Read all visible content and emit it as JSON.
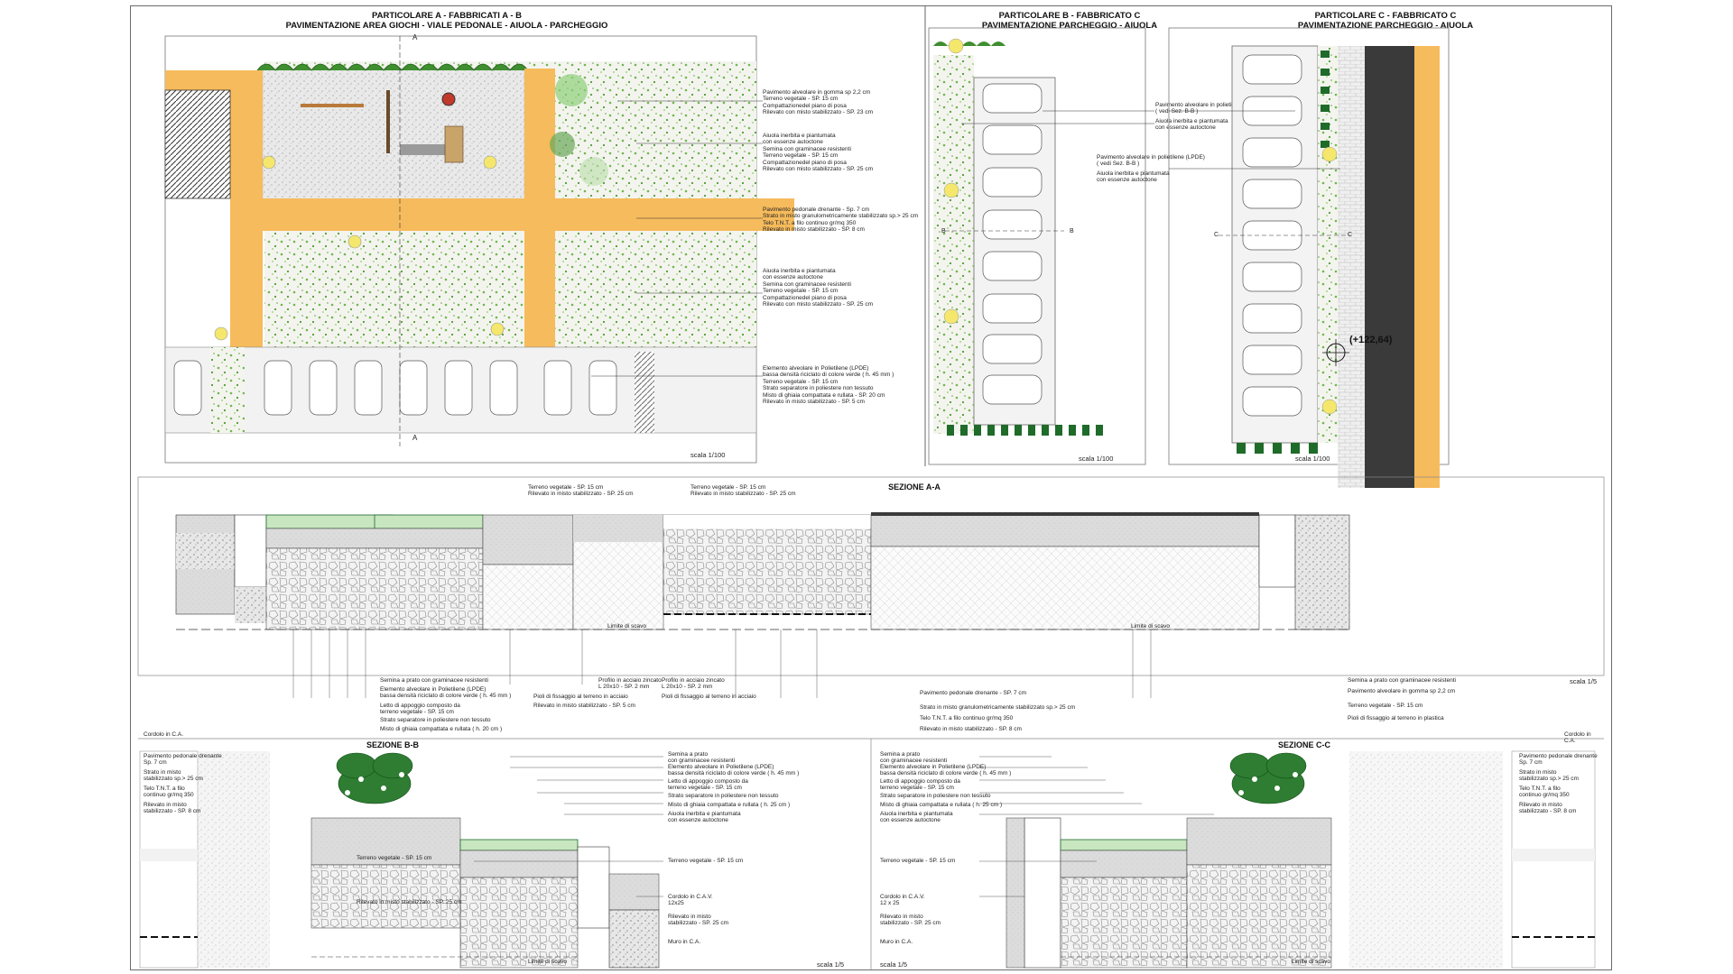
{
  "colors": {
    "path_orange": "#f6bb5c",
    "grass_green": "#7cbf5a",
    "dark_green": "#1f6b2a",
    "gravel": "#bfbfbf",
    "soil": "#d8d8d8",
    "line": "#222222",
    "asphalt": "#3a3a3a"
  },
  "panel_a": {
    "title": "PARTICOLARE A - FABBRICATI A - B\nPAVIMENTAZIONE AREA GIOCHI - VIALE PEDONALE - AIUOLA - PARCHEGGIO",
    "section_marker_top": "A",
    "section_marker_bottom": "A",
    "notes": [
      "Pavimento alveolare in gomma sp 2,2 cm\nTerreno vegetale - SP. 15 cm\nCompattazionedel piano di posa\nRilevato con misto stabilizzato - SP. 23 cm",
      "Aiuola inerbita e piantumata\ncon essenze autoctone\nSemina con graminacee resistenti\nTerreno vegetale - SP. 15 cm\nCompattazionedel piano di posa\nRilevato con misto stabilizzato - SP. 25 cm",
      "Pavimento pedonale drenante - Sp. 7 cm\nStrato in misto granulometricamente stabilizzato sp.> 25 cm\nTelo T.N.T. a filo continuo gr/mq 350\nRilevato in misto stabilizzato - SP. 8 cm",
      "Aiuola inerbita e piantumata\ncon essenze autoctone\nSemina con graminacee resistenti\nTerreno vegetale - SP. 15 cm\nCompattazionedel piano di posa\nRilevato con misto stabilizzato - SP. 25 cm",
      "Elemento alveolare in Polietilene (LPDE)\nbassa densità riciclato di colore verde ( h. 45 mm )\nTerreno vegetale - SP. 15 cm\nStrato separatore in poliestere non tessuto\nMisto di ghiaia compattata e rullata - SP. 20 cm\nRilevato in misto stabilizzato - SP. 5 cm"
    ],
    "scale": "scala 1/100"
  },
  "panel_b": {
    "title": "PARTICOLARE B - FABBRICATO C\nPAVIMENTAZIONE PARCHEGGIO - AIUOLA",
    "marker_left": "B",
    "marker_right": "B",
    "notes": [
      "Pavimento alveolare in polietilene (LPDE)\n( vedi Sez. B-B )",
      "Aiuola inerbita e piantumata\ncon essenze autoctone"
    ],
    "scale": "scala 1/100"
  },
  "panel_c": {
    "title": "PARTICOLARE C - FABBRICATO C\nPAVIMENTAZIONE PARCHEGGIO - AIUOLA",
    "marker_left": "C",
    "marker_right": "C",
    "notes": [
      "Pavimento alveolare in polietilene (LPDE)\n( vedi Sez. B-B )",
      "Aiuola inerbita e piantumata\ncon essenze autoctone"
    ],
    "elevation": "(+122,64)",
    "scale": "scala 1/100"
  },
  "section_aa": {
    "title": "SEZIONE A-A",
    "top_labels": [
      "Terreno vegetale - SP. 15 cm\nRilevato in misto stabilizzato - SP. 25 cm",
      "Terreno vegetale - SP. 15 cm\nRilevato in misto stabilizzato - SP. 25 cm"
    ],
    "limit_label_1": "Limite  di  scavo",
    "limit_label_2": "Limite  di  scavo",
    "bottom_labels": [
      "Semina a prato con graminacee resistenti",
      "Elemento alveolare in Polietilene (LPDE)\nbassa densità riciclato di colore verde ( h. 45 mm )",
      "Letto di appoggio composto da\nterreno vegetale - SP. 15 cm",
      "Strato separatore in poliestere non tessuto",
      "Misto di ghiaia compattata e rullata ( h. 20 cm )",
      "Cordolo in C.A.",
      "Profilo in acciaio zincato\nL 20x10 - SP. 2 mm",
      "Pioli di fissaggio al terreno in acciaio",
      "Rilevato in misto stabilizzato - SP. 5 cm",
      "Profilo in acciaio zincato\nL 20x10 - SP. 2 mm",
      "Pioli di fissaggio al terreno in acciaio",
      "Pavimento pedonale drenante - SP. 7 cm",
      "Strato in misto granulometricamente stabilizzato sp.> 25 cm",
      "Telo T.N.T. a filo continuo gr/mq 350",
      "Rilevato in misto stabilizzato - SP. 8 cm",
      "Semina a prato con graminacee resistenti",
      "Pavimento alveolare in gomma sp 2,2 cm",
      "Terreno vegetale - SP. 15 cm",
      "Pioli di fissaggio al terreno in plastica",
      "Cordolo in C.A."
    ],
    "scale": "scala 1/5"
  },
  "section_bb": {
    "title": "SEZIONE B-B",
    "left_labels": [
      "Pavimento pedonale drenante\nSp. 7 cm",
      "Strato in misto\nstabilizzato sp.> 25 cm",
      "Telo T.N.T. a filo\ncontinuo gr/mq 350",
      "Rilevato in misto\nstabilizzato - SP. 8 cm"
    ],
    "right_labels": [
      "Semina a prato\ncon graminacee resistenti",
      "Elemento alveolare in Polietilene (LPDE)\nbassa densità riciclato di colore verde ( h. 45 mm )",
      "Letto di appoggio composto da\nterreno vegetale - SP. 15 cm",
      "Strato separatore in poliestere non tessuto",
      "Misto di ghiaia compattata e rullata ( h. 25 cm )",
      "Aiuola inerbita e piantumata\ncon essenze autoctone",
      "Terreno vegetale - SP. 15 cm",
      "Cordolo in C.A.V.\n12x25",
      "Rilevato in misto\nstabilizzato - SP. 25 cm",
      "Muro in C.A."
    ],
    "inner_label_1": "Terreno vegetale - SP. 15 cm",
    "inner_label_2": "Rilevato in misto stabilizzato - SP. 25 cm",
    "limit": "Limite  di  scavo",
    "scale": "scala 1/5"
  },
  "section_cc": {
    "title": "SEZIONE C-C",
    "left_labels": [
      "Semina a prato\ncon graminacee resistenti",
      "Elemento alveolare in Polietilene (LPDE)\nbassa densità riciclato di colore verde ( h. 45 mm )",
      "Letto di appoggio composto da\nterreno vegetale - SP. 15 cm",
      "Strato separatore in poliestere non tessuto",
      "Misto di ghiaia compattata e rullata ( h. 25 cm )",
      "Aiuola inerbita e piantumata\ncon essenze autoctone",
      "Terreno vegetale - SP. 15 cm",
      "Cordolo in C.A.V.\n12 x 25",
      "Rilevato in misto\nstabilizzato - SP. 25 cm",
      "Muro in C.A."
    ],
    "right_labels": [
      "Pavimento pedonale drenante\nSp. 7 cm",
      "Strato in misto\nstabilizzato sp.> 25 cm",
      "Telo T.N.T. a filo\ncontinuo gr/mq 350",
      "Rilevato in misto\nstabilizzato - SP. 8 cm"
    ],
    "limit": "Limite  di  scavo",
    "scale": "scala 1/5"
  }
}
